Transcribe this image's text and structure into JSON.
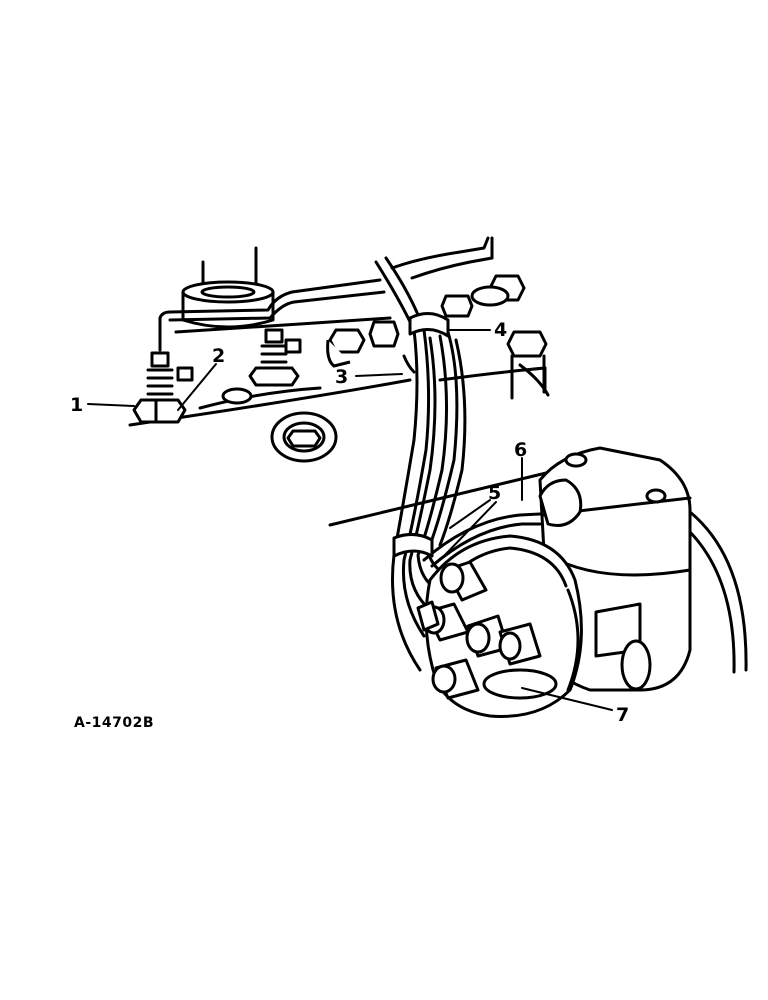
{
  "figure_id": "A-14702B",
  "callouts": [
    {
      "label": "1",
      "part": "spark-plug"
    },
    {
      "label": "2",
      "part": "spark-plug-terminal"
    },
    {
      "label": "3",
      "part": "wire-clip"
    },
    {
      "label": "4",
      "part": "wire-clamp"
    },
    {
      "label": "5",
      "part": "spark-plug-wires"
    },
    {
      "label": "6",
      "part": "coil-wire"
    },
    {
      "label": "7",
      "part": "distributor-cap"
    }
  ]
}
